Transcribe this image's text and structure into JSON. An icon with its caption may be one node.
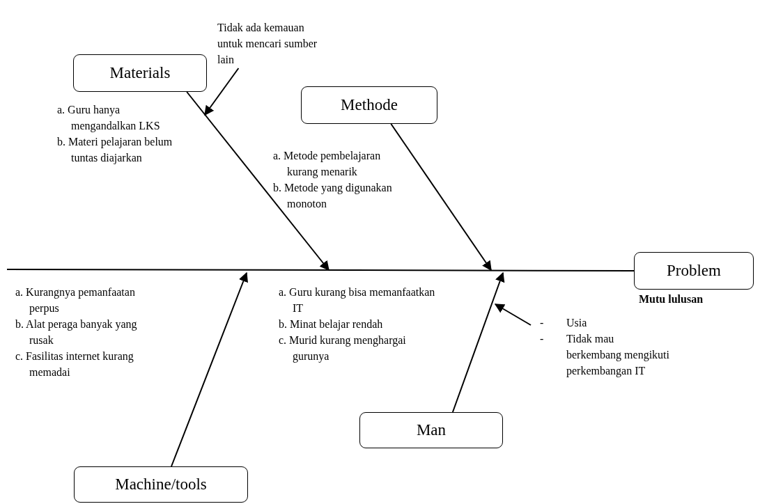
{
  "diagram": {
    "nodes": [
      {
        "text": [
          "Tidak ada kemauan untuk mencari sumber lain"
        ]
      },
      {
        "text": [
          "Materials"
        ]
      },
      {
        "text": [
          "Methode"
        ]
      },
      {
        "text": [
          "Problem"
        ],
        "beside": [
          "Mutu lulusan"
        ]
      },
      {
        "text": [
          "- Usia",
          "- Tidak mau berkembang mengikuti perkembangan IT"
        ]
      },
      {
        "text": [
          "Man"
        ]
      },
      {
        "text": [
          "Machine/tools"
        ]
      }
    ],
    "edges": [
      {
        "from": null,
        "to": 3,
        "arrow": "none"
      },
      {
        "from": 1,
        "to": null,
        "arrow": "to"
      },
      {
        "from": 2,
        "to": null,
        "arrow": "to"
      },
      {
        "from": 6,
        "to": null,
        "arrow": "to"
      },
      {
        "from": 5,
        "to": null,
        "arrow": "to"
      },
      {
        "from": 0,
        "to": null,
        "arrow": "to"
      },
      {
        "from": 4,
        "to": null,
        "arrow": "to"
      }
    ],
    "labels": [
      "a. Guru hanya mengandalkan LKS",
      "b. Materi pelajaran belum tuntas diajarkan",
      "a. Metode pembelajaran kurang menarik",
      "b. Metode yang digunakan monoton",
      "a. Kurangnya pemanfaatan perpus",
      "b. Alat peraga banyak yang rusak",
      "c. Fasilitas internet kurang memadai",
      "a. Guru kurang bisa memanfaatkan IT",
      "b. Minat belajar rendah",
      "c. Murid kurang menghargai gurunya"
    ]
  }
}
